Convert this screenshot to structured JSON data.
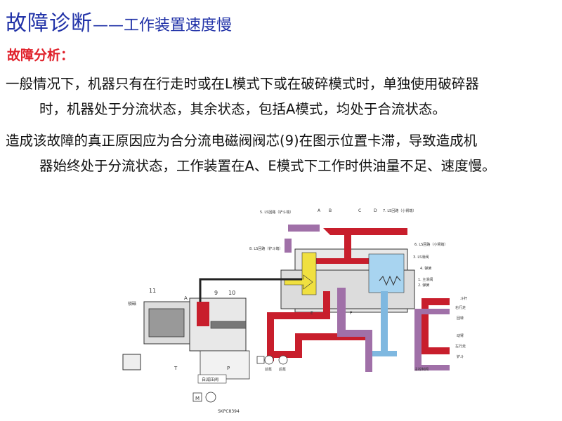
{
  "title": {
    "main": "故障诊断",
    "dash": "——",
    "sub": "工作装置速度慢"
  },
  "section_label": "故障分析：",
  "paragraphs": [
    {
      "line1": "一般情况下，机器只有在行走时或在L模式下或在破碎模式时，单独使用破碎器",
      "line2": "时，机器处于分流状态，其余状态，包括A模式，均处于合流状态。"
    },
    {
      "line1": "造成该故障的真正原因应为合分流电磁阀阀芯(9)在图示位置卡滞，导致造成机",
      "line2": "器始终处于分流状态，工作装置在A、E模式下工作时供油量不足、速度慢。"
    }
  ],
  "diagram": {
    "labels": {
      "ls_bucket": "5. LS回路（铲斗端）",
      "ls_arm": "7. LS回路（小臂端）",
      "ls_arm2": "6. LS回路（小臂端）",
      "ls_bucket2": "8. LS回路（铲斗端）",
      "ls_bypass": "3. LS滑阀",
      "spring1": "4. 弹簧",
      "main_spool": "1. 主滑阀",
      "spring2": "2. 弹簧",
      "port_a": "A",
      "port_b": "B",
      "port_c": "C",
      "port_d": "D",
      "port_e": "E",
      "port_f": "F",
      "num11": "11",
      "num9": "9",
      "num10": "10",
      "pilot": "锁磁",
      "valve_a": "A",
      "valve_t": "T",
      "valve_p": "P",
      "self_reducing": "自减压阀",
      "motor": "M",
      "pump_front": "前泵",
      "pump_rear": "后泵",
      "main_relief": "主控制阀",
      "act_arm": "斗杆",
      "act_travel_r": "右行走",
      "act_swing": "回转",
      "act_boom": "动臂",
      "act_travel_l": "左行走",
      "act_bucket": "铲斗",
      "code": "SKPC8394"
    }
  }
}
